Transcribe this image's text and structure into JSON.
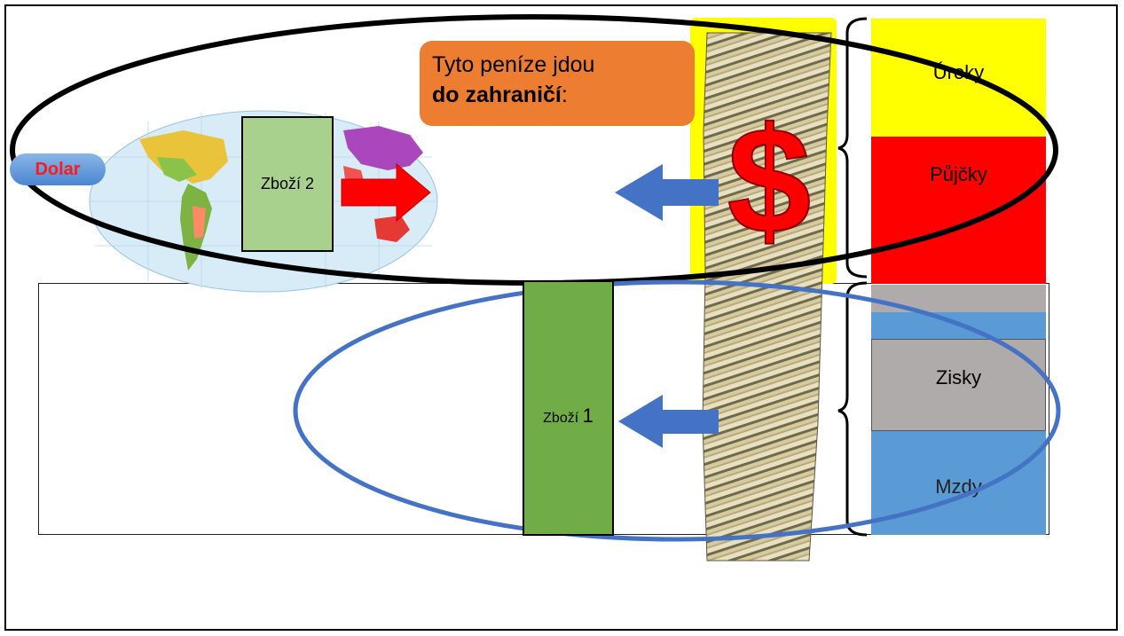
{
  "callout": {
    "line1": "Tyto peníze jdou",
    "line2_bold": "do zahraničí",
    "line2_tail": ":"
  },
  "labels": {
    "dolar": "Dolar",
    "goods2": "Zboží 2",
    "goods1_prefix": "Zboží ",
    "goods1_number": "1"
  },
  "columns": {
    "uroky": "Úroky",
    "pujcky": "Půjčky",
    "zisky": "Zisky",
    "mzdy": "Mzdy"
  },
  "symbols": {
    "dollar": "$"
  },
  "colors": {
    "yellow": "#ffff00",
    "red": "#ff0000",
    "gray": "#afabab",
    "blue": "#5b9bd5",
    "green_dark": "#70ad47",
    "green_light": "#a9d18e",
    "orange": "#ed7d31",
    "ellipse_blue": "#4472c4"
  }
}
